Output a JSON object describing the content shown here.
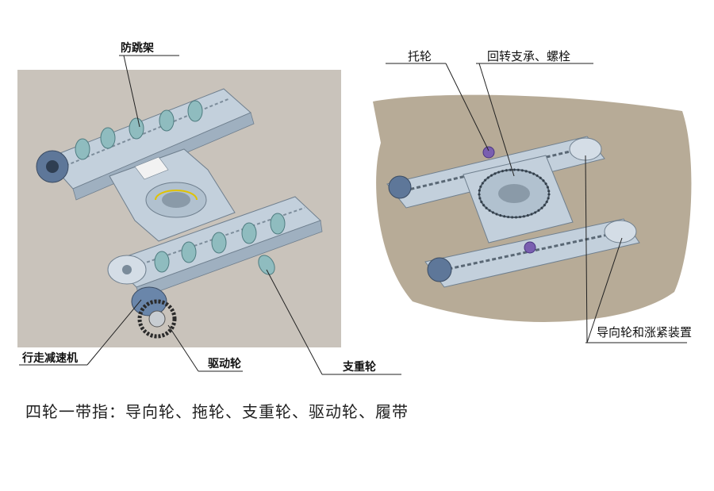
{
  "left_diagram": {
    "labels": {
      "anti_jump_frame": "防跳架",
      "travel_reducer": "行走减速机",
      "drive_wheel": "驱动轮",
      "support_wheel": "支重轮"
    }
  },
  "right_diagram": {
    "labels": {
      "carrier_roller": "托轮",
      "slewing_bearing_bolt": "回转支承、螺栓",
      "idler_tensioner": "导向轮和涨紧装置"
    }
  },
  "caption": "四轮一带指：导向轮、拖轮、支重轮、驱动轮、履带",
  "colors": {
    "frame": "#c3d0dc",
    "frame_edge": "#6f7f8e",
    "left_backdrop": "#c9c3bb",
    "right_backdrop": "#b7ab97",
    "roller": "#8fbcbf",
    "reducer": "#6a86aa",
    "carrier_roller": "#7a5fb0",
    "leader_line": "#222222"
  }
}
